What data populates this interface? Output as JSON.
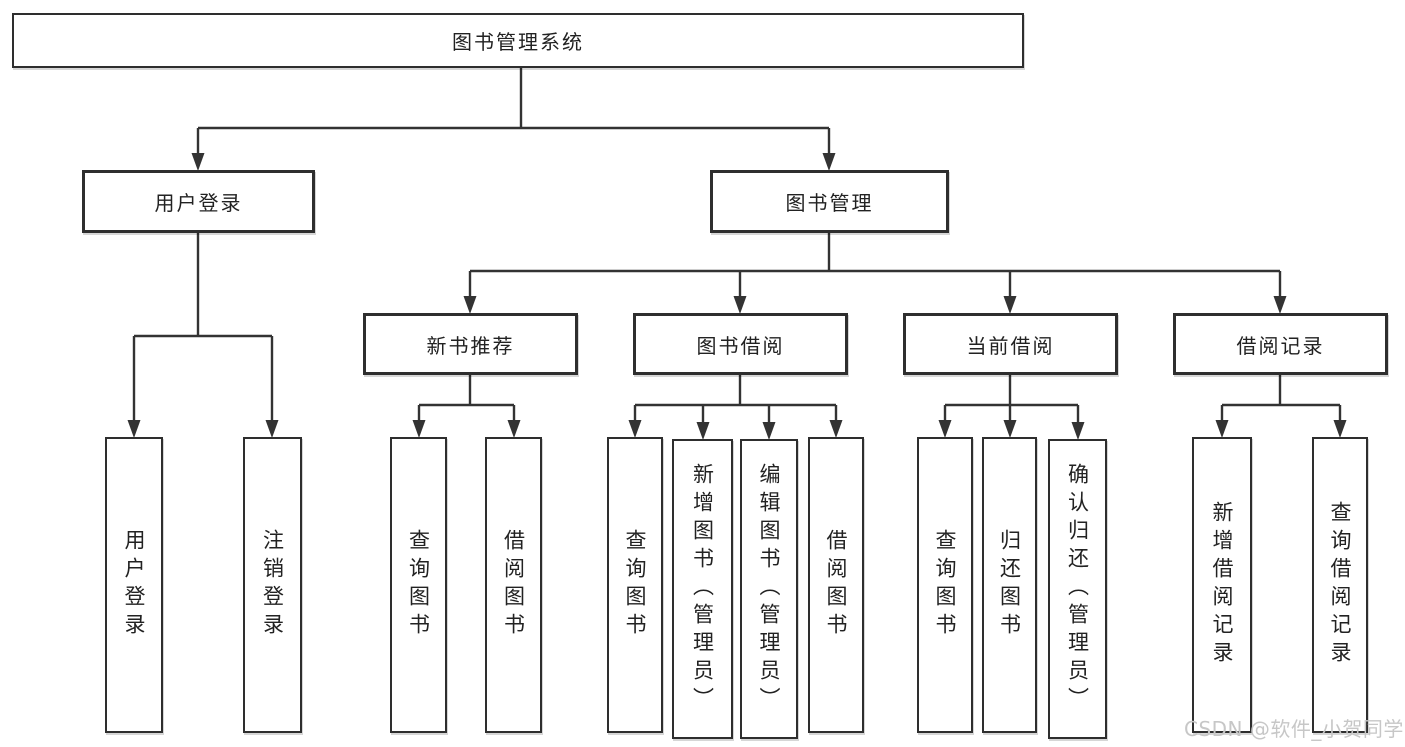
{
  "tree": {
    "root": {
      "label": "图书管理系统",
      "children": [
        {
          "label": "用户登录",
          "children": [
            {
              "label": "用户登录"
            },
            {
              "label": "注销登录"
            }
          ]
        },
        {
          "label": "图书管理",
          "children": [
            {
              "label": "新书推荐",
              "children": [
                {
                  "label": "查询图书"
                },
                {
                  "label": "借阅图书"
                }
              ]
            },
            {
              "label": "图书借阅",
              "children": [
                {
                  "label": "查询图书"
                },
                {
                  "label": "新增图书（管理员）"
                },
                {
                  "label": "编辑图书（管理员）"
                },
                {
                  "label": "借阅图书"
                }
              ]
            },
            {
              "label": "当前借阅",
              "children": [
                {
                  "label": "查询图书"
                },
                {
                  "label": "归还图书"
                },
                {
                  "label": "确认归还（管理员）"
                }
              ]
            },
            {
              "label": "借阅记录",
              "children": [
                {
                  "label": "新增借阅记录"
                },
                {
                  "label": "查询借阅记录"
                }
              ]
            }
          ]
        }
      ]
    }
  },
  "watermark": {
    "text": "CSDN @软件_小贺同学"
  },
  "colors": {
    "line": "#333333",
    "border": "#2e2e2e",
    "text": "#222222",
    "background": "#ffffff",
    "watermark": "#c7c7c7"
  }
}
